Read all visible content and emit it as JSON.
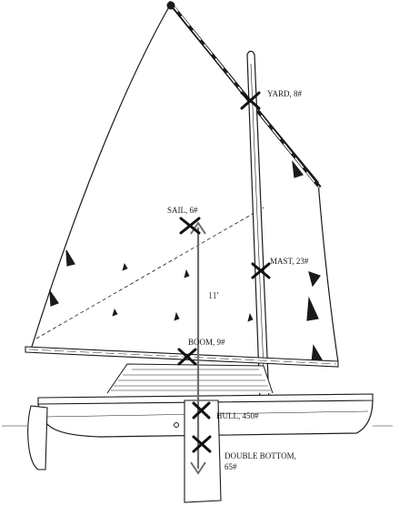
{
  "labels": {
    "yard": "YARD, 8#",
    "sail": "SAIL, 6#",
    "mast": "MAST, 23#",
    "dimension": "11'",
    "boom": "BOOM, 9#",
    "hull": "HULL, 450#",
    "double_bottom_line1": "DOUBLE BOTTOM,",
    "double_bottom_line2": "65#"
  },
  "colors": {
    "ink": "#1a1a1a",
    "dimension_line": "#6e6e6e",
    "marker": "#111111"
  }
}
